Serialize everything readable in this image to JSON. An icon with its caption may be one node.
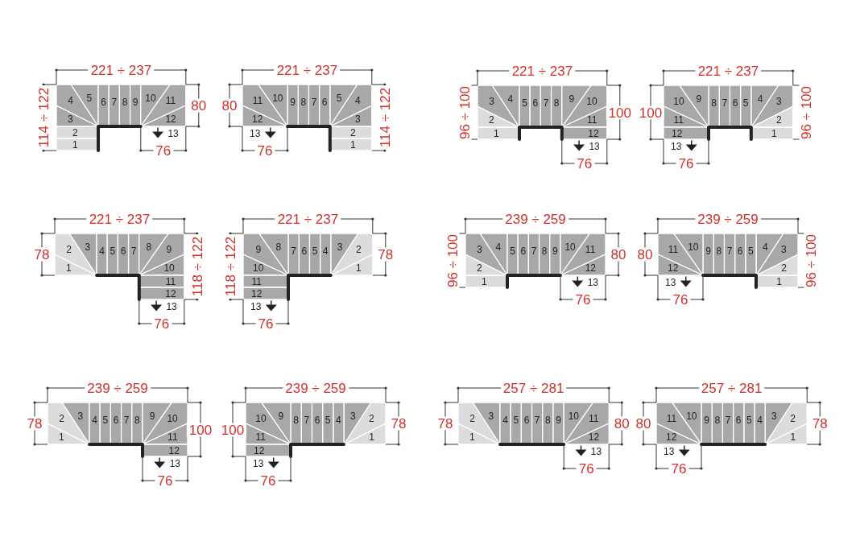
{
  "diagram": {
    "labels": [
      "221 ÷ 237",
      "114 ÷ 122",
      "80",
      "76",
      "1",
      "2",
      "3",
      "4",
      "5",
      "6",
      "7",
      "8",
      "9",
      "10",
      "11",
      "12",
      "13",
      "221 ÷ 237",
      "80",
      "114 ÷ 122",
      "76",
      "1",
      "2",
      "3",
      "4",
      "5",
      "6",
      "7",
      "8",
      "9",
      "10",
      "11",
      "12",
      "13",
      "221 ÷ 237",
      "96 ÷ 100",
      "100",
      "76",
      "1",
      "2",
      "3",
      "4",
      "5",
      "6",
      "7",
      "8",
      "9",
      "10",
      "11",
      "12",
      "13",
      "221 ÷ 237",
      "100",
      "96 ÷ 100",
      "76",
      "1",
      "2",
      "3",
      "4",
      "5",
      "6",
      "7",
      "8",
      "9",
      "10",
      "11",
      "12",
      "13",
      "221 ÷ 237",
      "78",
      "118 ÷ 122",
      "76",
      "1",
      "2",
      "3",
      "4",
      "5",
      "6",
      "7",
      "8",
      "9",
      "10",
      "11",
      "12",
      "13",
      "221 ÷ 237",
      "118 ÷ 122",
      "78",
      "76",
      "1",
      "2",
      "3",
      "4",
      "5",
      "6",
      "7",
      "8",
      "9",
      "10",
      "11",
      "12",
      "13",
      "239 ÷ 259",
      "96 ÷ 100",
      "80",
      "76",
      "1",
      "2",
      "3",
      "4",
      "5",
      "6",
      "7",
      "8",
      "9",
      "10",
      "11",
      "12",
      "13",
      "239 ÷ 259",
      "80",
      "96 ÷ 100",
      "76",
      "1",
      "2",
      "3",
      "4",
      "5",
      "6",
      "7",
      "8",
      "9",
      "10",
      "11",
      "12",
      "13",
      "239 ÷ 259",
      "78",
      "100",
      "76",
      "1",
      "2",
      "3",
      "4",
      "5",
      "6",
      "7",
      "8",
      "9",
      "10",
      "11",
      "12",
      "13",
      "239 ÷ 259",
      "100",
      "78",
      "76",
      "1",
      "2",
      "3",
      "4",
      "5",
      "6",
      "7",
      "8",
      "9",
      "10",
      "11",
      "12",
      "13",
      "257 ÷ 281",
      "78",
      "80",
      "76",
      "1",
      "2",
      "3",
      "4",
      "5",
      "6",
      "7",
      "8",
      "9",
      "10",
      "11",
      "12",
      "13",
      "257 ÷ 281",
      "80",
      "78",
      "76",
      "1",
      "2",
      "3",
      "4",
      "5",
      "6",
      "7",
      "8",
      "9",
      "10",
      "11",
      "12",
      "13"
    ]
  }
}
